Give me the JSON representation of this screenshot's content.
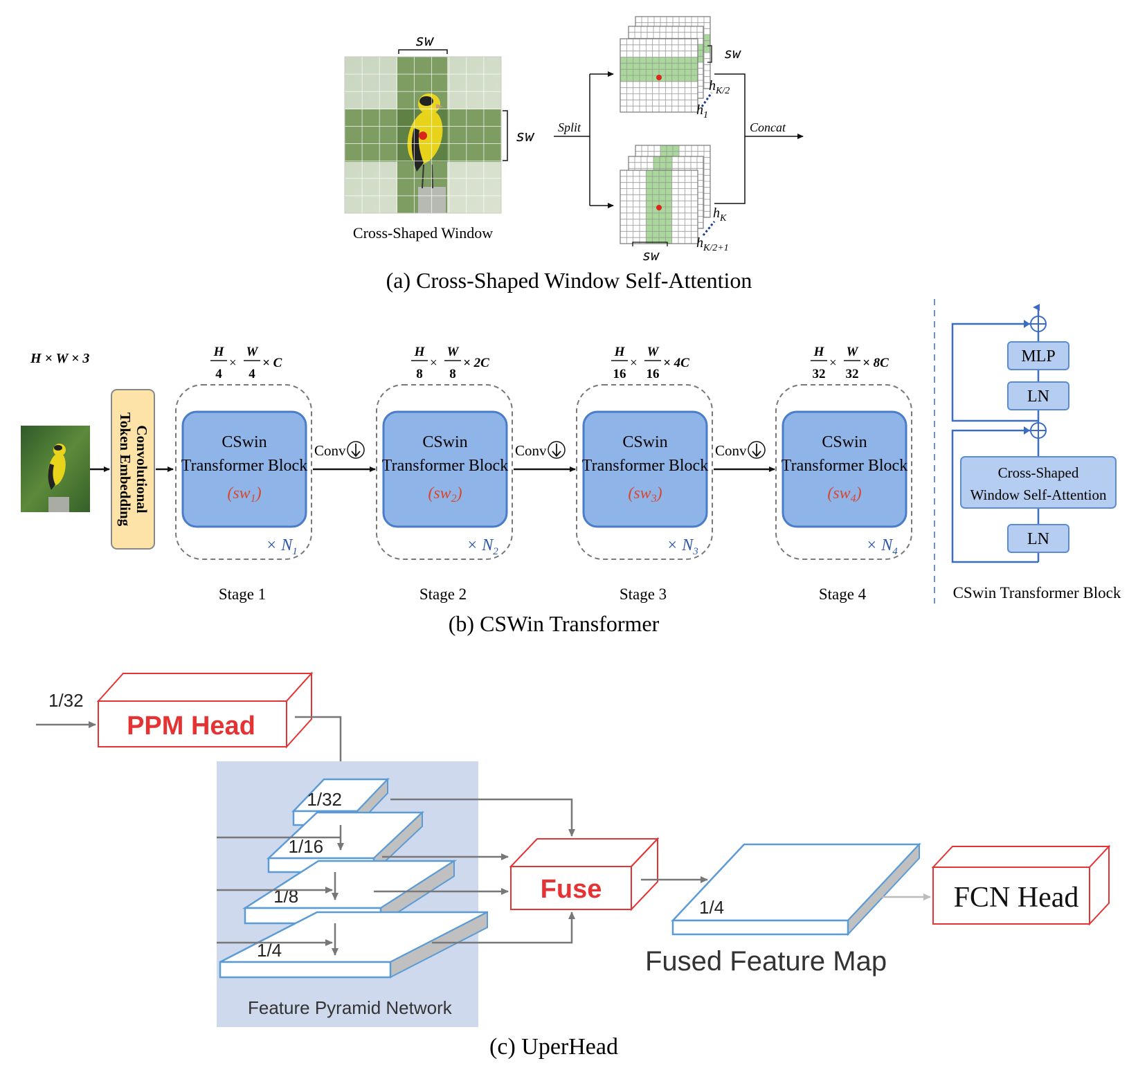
{
  "panel_a": {
    "caption": "(a) Cross-Shaped Window Self-Attention",
    "window_label": "Cross-Shaped Window",
    "sw": "sw",
    "split": "Split",
    "concat": "Concat",
    "h_k2": "h",
    "h_k2_sub": "K/2",
    "h_1": "h",
    "h_1_sub": "1",
    "h_k": "h",
    "h_k_sub": "K",
    "h_k21": "h",
    "h_k21_sub": "K/2+1"
  },
  "panel_b": {
    "caption": "(b) CSWin Transformer",
    "input_dims": "H × W × 3",
    "embedding_line1": "Convolutional",
    "embedding_line2": "Token Embedding",
    "conv": "Conv",
    "stages": [
      {
        "label": "Stage 1",
        "den": "4",
        "ch": "× C",
        "block_line1": "CSwin",
        "block_line2": "Transformer Block",
        "sw": "sw",
        "sw_sub": "1",
        "repeat": "× N",
        "repeat_sub": "1"
      },
      {
        "label": "Stage 2",
        "den": "8",
        "ch": "× 2C",
        "block_line1": "CSwin",
        "block_line2": "Transformer Block",
        "sw": "sw",
        "sw_sub": "2",
        "repeat": "× N",
        "repeat_sub": "2"
      },
      {
        "label": "Stage 3",
        "den": "16",
        "ch": "× 4C",
        "block_line1": "CSwin",
        "block_line2": "Transformer Block",
        "sw": "sw",
        "sw_sub": "3",
        "repeat": "× N",
        "repeat_sub": "3"
      },
      {
        "label": "Stage 4",
        "den": "32",
        "ch": "× 8C",
        "block_line1": "CSwin",
        "block_line2": "Transformer Block",
        "sw": "sw",
        "sw_sub": "4",
        "repeat": "× N",
        "repeat_sub": "4"
      }
    ],
    "frac_num_h": "H",
    "frac_num_w": "W",
    "times": "×",
    "block_detail": {
      "title": "CSwin Transformer Block",
      "mlp": "MLP",
      "ln_top": "LN",
      "attn_line1": "Cross-Shaped",
      "attn_line2": "Window Self-Attention",
      "ln_bottom": "LN"
    }
  },
  "panel_c": {
    "caption": "(c)  UperHead",
    "input_scale": "1/32",
    "ppm": "PPM Head",
    "fpn_levels": [
      "1/32",
      "1/16",
      "1/8",
      "1/4"
    ],
    "fpn_label": "Feature Pyramid Network",
    "fuse": "Fuse",
    "fused_scale": "1/4",
    "fused_label": "Fused Feature Map",
    "fcn": "FCN Head"
  },
  "colors": {
    "block_fill": "#8eb4e8",
    "block_stroke": "#4a7cc9",
    "embedding_fill": "#fde3a7",
    "red_accent": "#e53333",
    "green_window": "#a9d89a",
    "fpn_bg": "#cfd9ee",
    "fpn_slab_stroke": "#5b9bd5",
    "sw_red": "#d9462e"
  }
}
